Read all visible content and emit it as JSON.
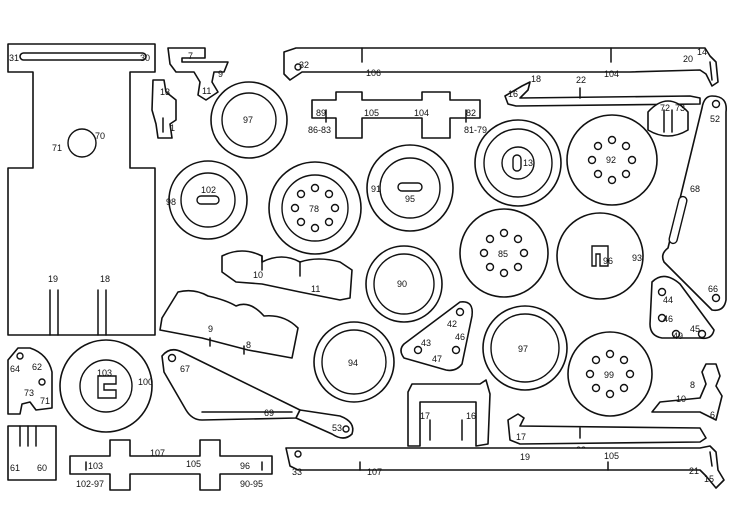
{
  "diagram": {
    "kind": "cut-out parts sheet",
    "line_color": "#111111",
    "background": "#ffffff"
  },
  "labels": {
    "l1": "1",
    "l6": "6",
    "l7": "7",
    "l8a": "8",
    "l8b": "8",
    "l9a": "9",
    "l9b": "9",
    "l10a": "10",
    "l10b": "10",
    "l11a": "11",
    "l11b": "11",
    "l13a": "13",
    "l13b": "13",
    "l14": "14",
    "l15": "15",
    "l16a": "16",
    "l16b": "16",
    "l17a": "17",
    "l17b": "17",
    "l18a": "18",
    "l18b": "18",
    "l19a": "19",
    "l19b": "19",
    "l20": "20",
    "l21": "21",
    "l22": "22",
    "l23": "23",
    "l30": "30",
    "l31": "31",
    "l32": "32",
    "l33": "33",
    "l42": "42",
    "l43": "43",
    "l44": "44",
    "l45": "45",
    "l46a": "46",
    "l46b": "46",
    "l47": "47",
    "l49": "49",
    "l52": "52",
    "l53": "53",
    "l60": "60",
    "l61": "61",
    "l62": "62",
    "l64": "64",
    "l66": "66",
    "l67": "67",
    "l68": "68",
    "l69": "69",
    "l70": "70",
    "l71a": "71",
    "l71b": "71",
    "l72": "72",
    "l73a": "73",
    "l73b": "73",
    "l78": "78",
    "l81_79": "81-79",
    "l82": "82",
    "l85": "85",
    "l86_83": "86-83",
    "l89": "89",
    "l90": "90",
    "l91": "91",
    "l92": "92",
    "l93": "93",
    "l94": "94",
    "l95": "95",
    "l96a": "96",
    "l96b": "96",
    "l97a": "97",
    "l97b": "97",
    "l98": "98",
    "l99": "99",
    "l100": "100",
    "l102": "102",
    "l102_97": "102-97",
    "l103a": "103",
    "l103b": "103",
    "l104a": "104",
    "l104b": "104",
    "l105a": "105",
    "l105b": "105",
    "l105c": "105",
    "l106": "106",
    "l107a": "107",
    "l107b": "107",
    "l90_95": "90-95"
  }
}
